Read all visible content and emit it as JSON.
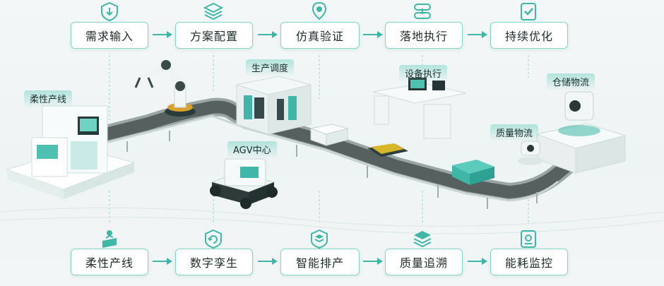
{
  "top_flow": [
    {
      "label": "需求输入",
      "icon": "download-shield-icon"
    },
    {
      "label": "方案配置",
      "icon": "layers-icon"
    },
    {
      "label": "仿真验证",
      "icon": "location-pin-icon"
    },
    {
      "label": "落地执行",
      "icon": "chain-link-icon"
    },
    {
      "label": "持续优化",
      "icon": "check-clipboard-icon"
    }
  ],
  "bottom_flow": [
    {
      "label": "柔性产线",
      "icon": "worker-desk-icon"
    },
    {
      "label": "数字孪生",
      "icon": "digital-refresh-icon"
    },
    {
      "label": "智能排产",
      "icon": "stack-layers-icon"
    },
    {
      "label": "质量追溯",
      "icon": "layers-check-icon"
    },
    {
      "label": "能耗监控",
      "icon": "meter-clipboard-icon"
    }
  ],
  "zones": {
    "flexible_line": "柔性产线",
    "production_scheduling": "生产调度",
    "equipment_execution": "设备执行",
    "warehouse_logistics": "仓储物流",
    "quality_logistics": "质量物流",
    "agv_center": "AGV中心"
  },
  "colors": {
    "accent": "#3fb7a8",
    "accent_light": "#7fd6c9",
    "text": "#1d2b2a"
  }
}
